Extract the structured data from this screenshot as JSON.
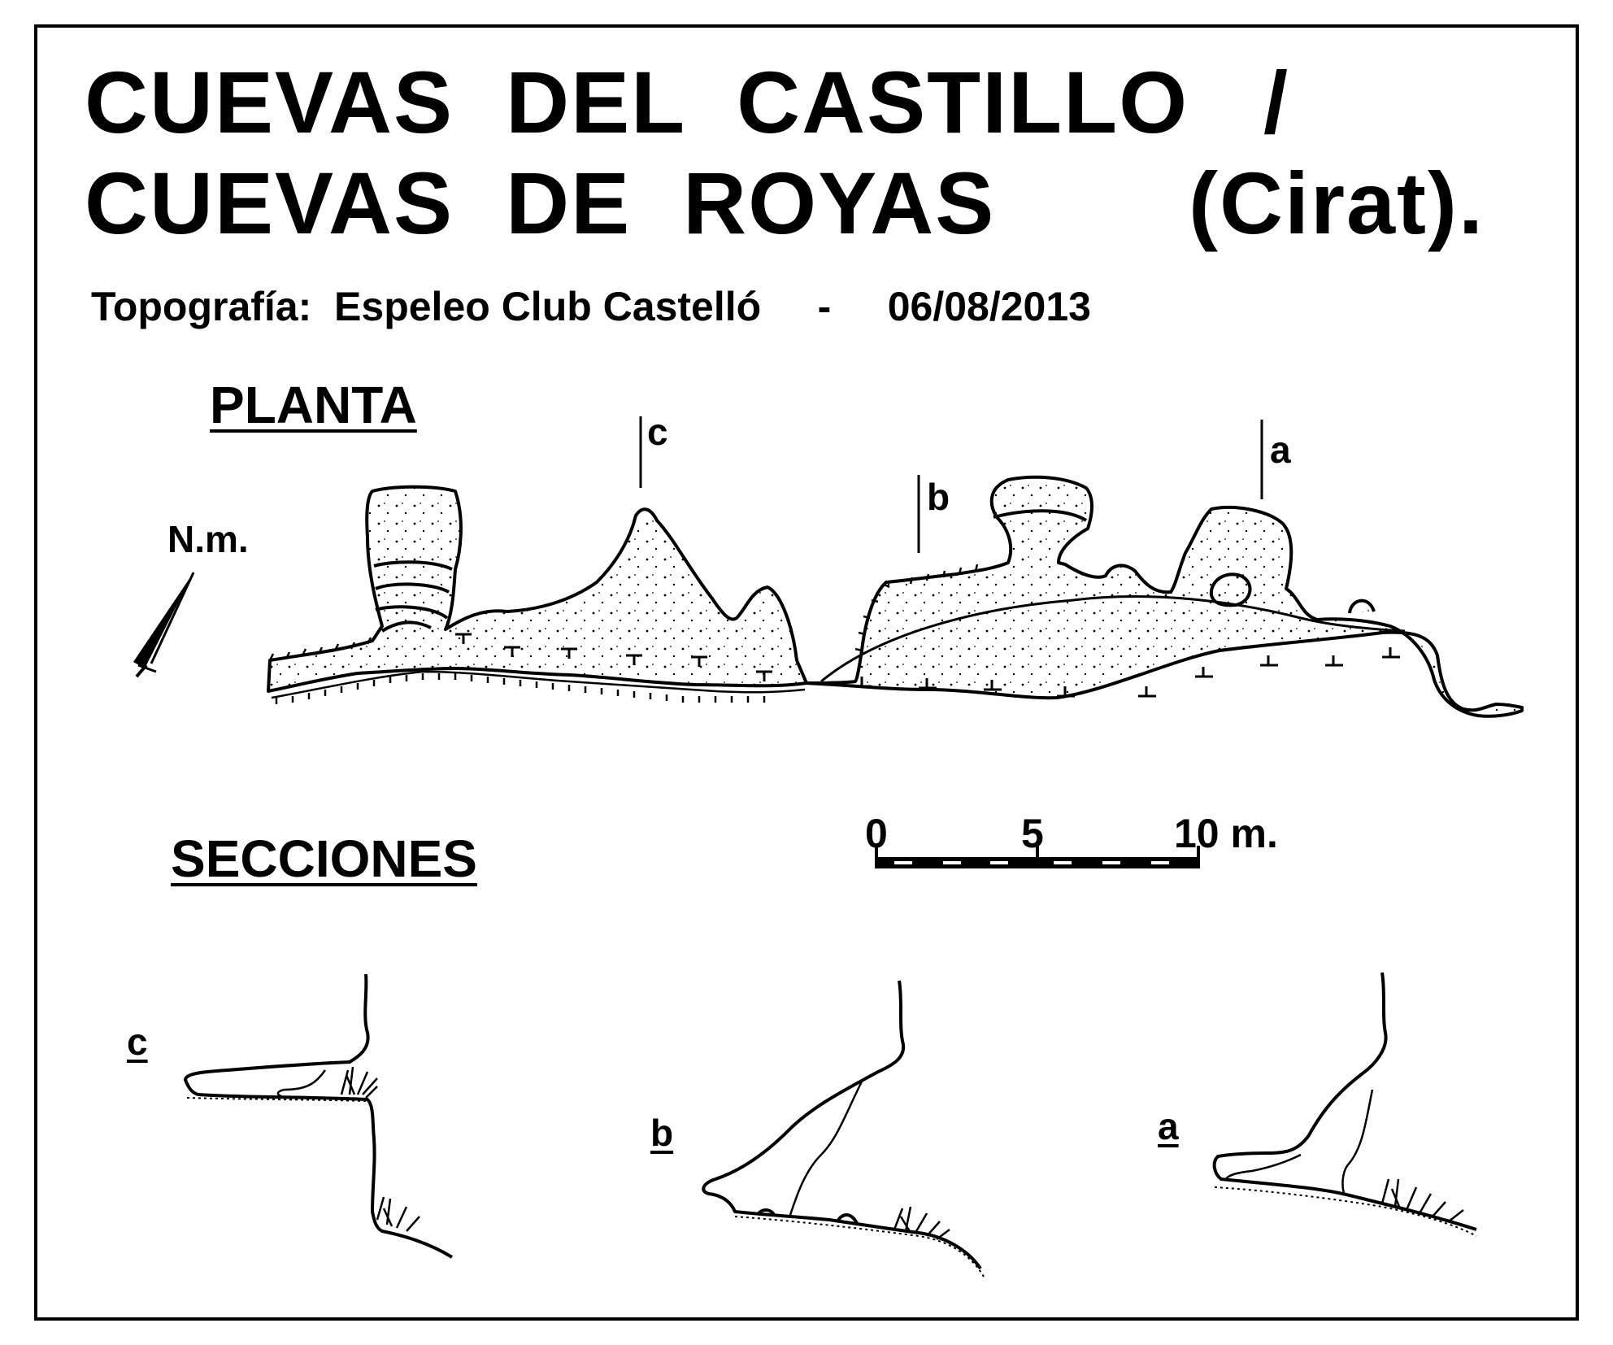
{
  "title": {
    "line1_left": "CUEVAS  DEL  CASTILLO",
    "line1_sep": "/",
    "line2_left": "CUEVAS  DE  ROYAS",
    "line2_right": "(Cirat)."
  },
  "subtitle": "Topografía:  Espeleo Club Castelló     -     06/08/2013",
  "plan": {
    "heading": "PLANTA",
    "north_label": "N.m.",
    "section_marks": [
      "c",
      "b",
      "a"
    ]
  },
  "sections": {
    "heading": "SECCIONES",
    "labels": [
      "c",
      "b",
      "a"
    ]
  },
  "scale": {
    "ticks": [
      "0",
      "5",
      "10 m."
    ]
  }
}
